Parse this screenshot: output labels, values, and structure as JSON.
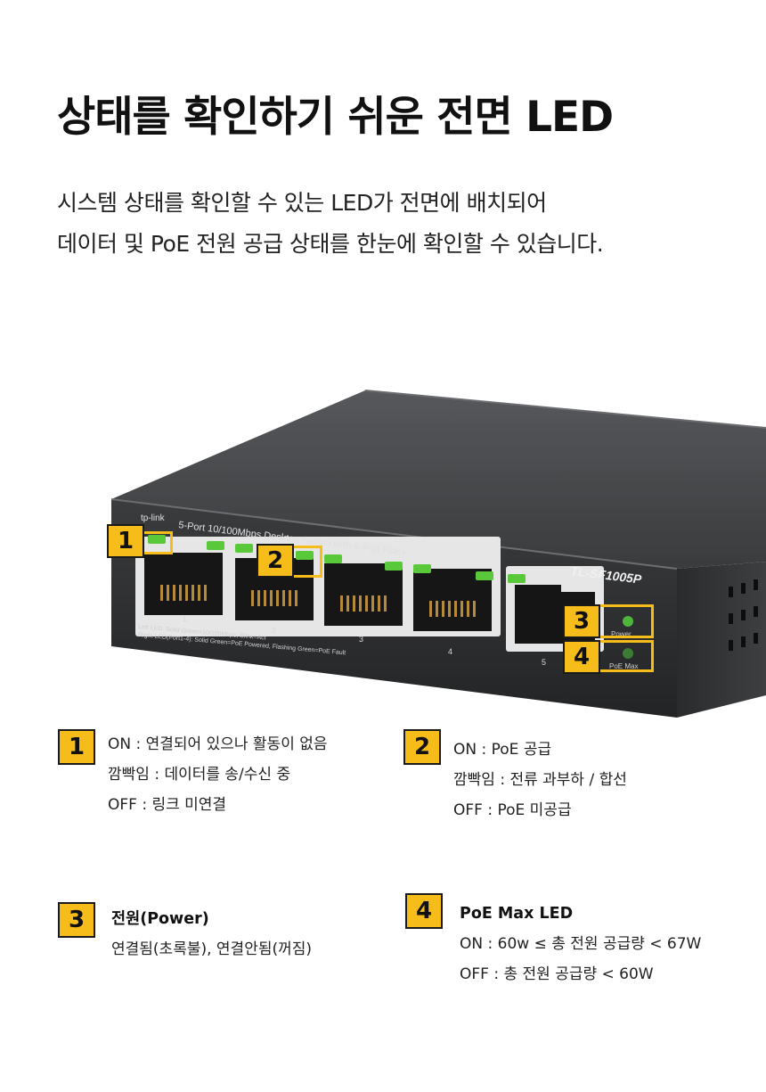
{
  "headline": "상태를 확인하기 쉬운 전면 LED",
  "intro": {
    "line1": "시스템 상태를 확인할 수 있는 LED가 전면에 배치되어",
    "line2": "데이터 및 PoE 전원 공급 상태를 한눈에 확인할 수 있습니다."
  },
  "device": {
    "brand": "tp-link",
    "description": "5-Port 10/100Mbps Desktop Switch with 4-Port PoE+",
    "model": "TL-SF1005P",
    "port_numbers": [
      "1",
      "2",
      "3",
      "4",
      "5"
    ],
    "left_led_note": "Left LED:  Solid Green=10/100Mbps, Blink=Act",
    "right_led_note": "Right LED(Port1-4):  Solid Green=PoE Powered, Flashing Green=PoE Fault",
    "power_label": "Power",
    "poe_max_label": "PoE Max"
  },
  "callouts": [
    "1",
    "2",
    "3",
    "4"
  ],
  "legend": {
    "item1": {
      "number": "1",
      "lines": [
        "ON : 연결되어 있으나 활동이 없음",
        "깜빡임 : 데이터를 송/수신 중",
        "OFF : 링크 미연결"
      ]
    },
    "item2": {
      "number": "2",
      "lines": [
        "ON : PoE 공급",
        "깜빡임 : 전류 과부하 / 합선",
        "OFF : PoE 미공급"
      ]
    },
    "item3": {
      "number": "3",
      "title": "전원(Power)",
      "lines": [
        "연결됨(초록불), 연결안됨(꺼짐)"
      ]
    },
    "item4": {
      "number": "4",
      "title": "PoE Max LED",
      "lines": [
        "ON : 60w ≤ 총 전원 공급량 < 67W",
        "OFF : 총 전원 공급량 < 60W"
      ]
    }
  },
  "colors": {
    "accent": "#f6bc1a",
    "led_green": "#59c93a",
    "chassis": "#2f3032"
  }
}
